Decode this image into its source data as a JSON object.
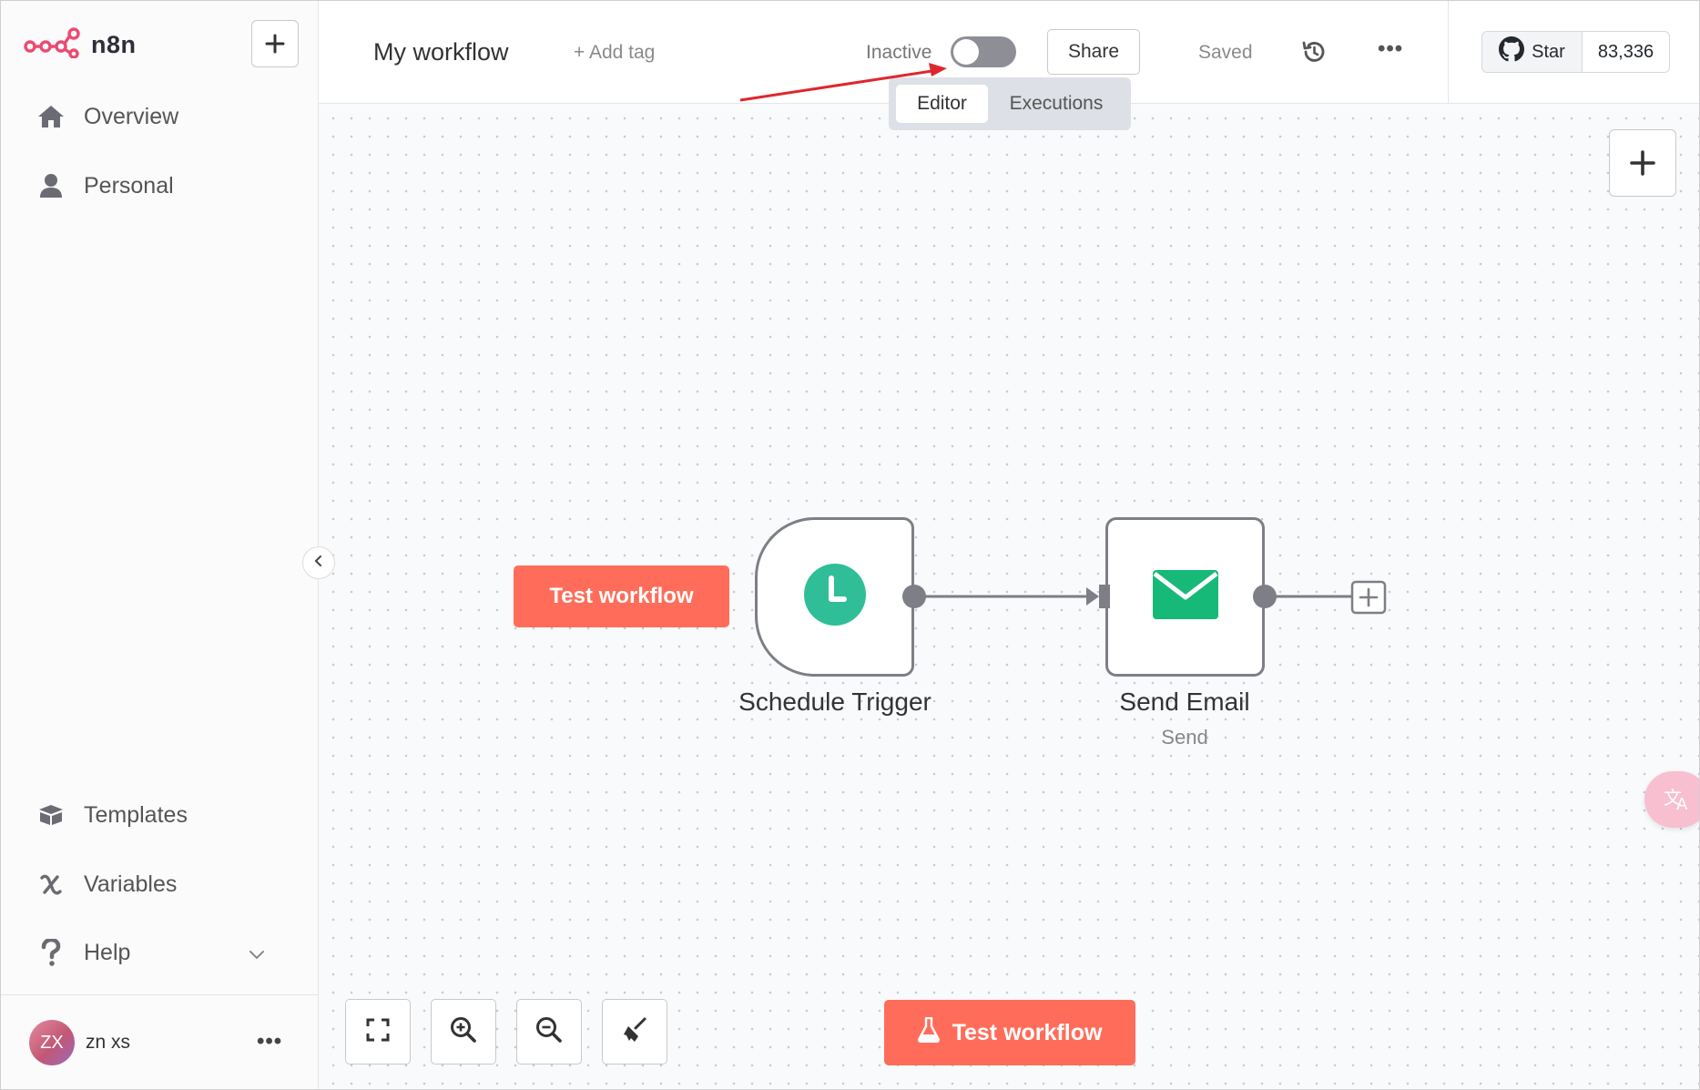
{
  "sidebar": {
    "brand": "n8n",
    "brand_color": "#ea4b71",
    "new_button_icon": "plus-icon",
    "items": [
      {
        "label": "Overview",
        "icon": "home-icon"
      },
      {
        "label": "Personal",
        "icon": "user-icon"
      },
      {
        "label": "Templates",
        "icon": "box-icon"
      },
      {
        "label": "Variables",
        "icon": "variable-icon"
      },
      {
        "label": "Help",
        "icon": "question-icon"
      }
    ],
    "user": {
      "initials": "ZX",
      "name": "zn xs"
    },
    "more_glyph": "•••"
  },
  "header": {
    "workflow_name": "My workflow",
    "add_tag": "+ Add tag",
    "status_label": "Inactive",
    "active": false,
    "share_label": "Share",
    "saved_label": "Saved",
    "more_glyph": "•••",
    "github": {
      "star_label": "Star",
      "count": "83,336"
    }
  },
  "tabs": [
    {
      "label": "Editor",
      "active": true
    },
    {
      "label": "Executions",
      "active": false
    }
  ],
  "canvas": {
    "test_button_label": "Test workflow",
    "nodes": [
      {
        "title": "Schedule Trigger",
        "subtitle": "",
        "icon": "clock-icon",
        "color": "#2fbe98"
      },
      {
        "title": "Send Email",
        "subtitle": "Send",
        "icon": "envelope-icon",
        "color": "#17b978"
      }
    ]
  },
  "bottom_controls": {
    "buttons": [
      "fit-view-icon",
      "zoom-in-icon",
      "zoom-out-icon",
      "tidy-up-icon"
    ],
    "test_button_label": "Test workflow",
    "accent": "#ff6d5a"
  },
  "floating": {
    "translate_icon": "translate-icon"
  }
}
